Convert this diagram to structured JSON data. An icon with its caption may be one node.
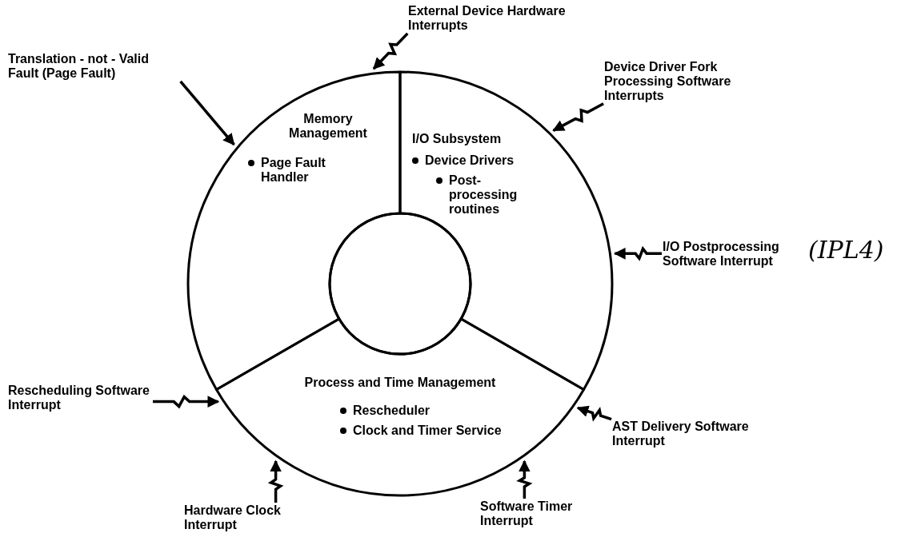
{
  "diagram": {
    "nodes": [
      {
        "text": [
          "Memory Management",
          "Page Fault Handler"
        ]
      },
      {
        "text": [
          "I/O Subsystem",
          "Device Drivers",
          "Post-processing routines"
        ]
      },
      {
        "text": [
          "Process and Time Management",
          "Rescheduler",
          "Clock and Timer Service"
        ]
      },
      {
        "text": [],
        "shape": "circle"
      },
      {
        "text": [
          "External Device Hardware Interrupts"
        ]
      },
      {
        "text": [
          "Device Driver Fork Processing Software Interrupts"
        ]
      },
      {
        "text": [
          "Translation - not - Valid Fault (Page Fault)"
        ]
      },
      {
        "text": [
          "I/O Postprocessing Software Interrupt"
        ]
      },
      {
        "text": [
          "Rescheduling Software Interrupt"
        ]
      },
      {
        "text": [
          "AST Delivery Software Interrupt"
        ]
      },
      {
        "text": [
          "Hardware Clock Interrupt"
        ]
      },
      {
        "text": [
          "Software Timer Interrupt"
        ]
      }
    ],
    "edges": [
      {
        "from": 4,
        "to": 0,
        "arrow": "to"
      },
      {
        "from": 5,
        "to": 1,
        "arrow": "to"
      },
      {
        "from": 6,
        "to": 0,
        "arrow": "to"
      },
      {
        "from": 7,
        "to": 1,
        "arrow": "to"
      },
      {
        "from": 8,
        "to": 2,
        "arrow": "to"
      },
      {
        "from": 9,
        "to": 2,
        "arrow": "to"
      },
      {
        "from": 10,
        "to": 2,
        "arrow": "to"
      },
      {
        "from": 11,
        "to": 2,
        "arrow": "to"
      }
    ],
    "labels": [
      "(IPL4)"
    ]
  }
}
